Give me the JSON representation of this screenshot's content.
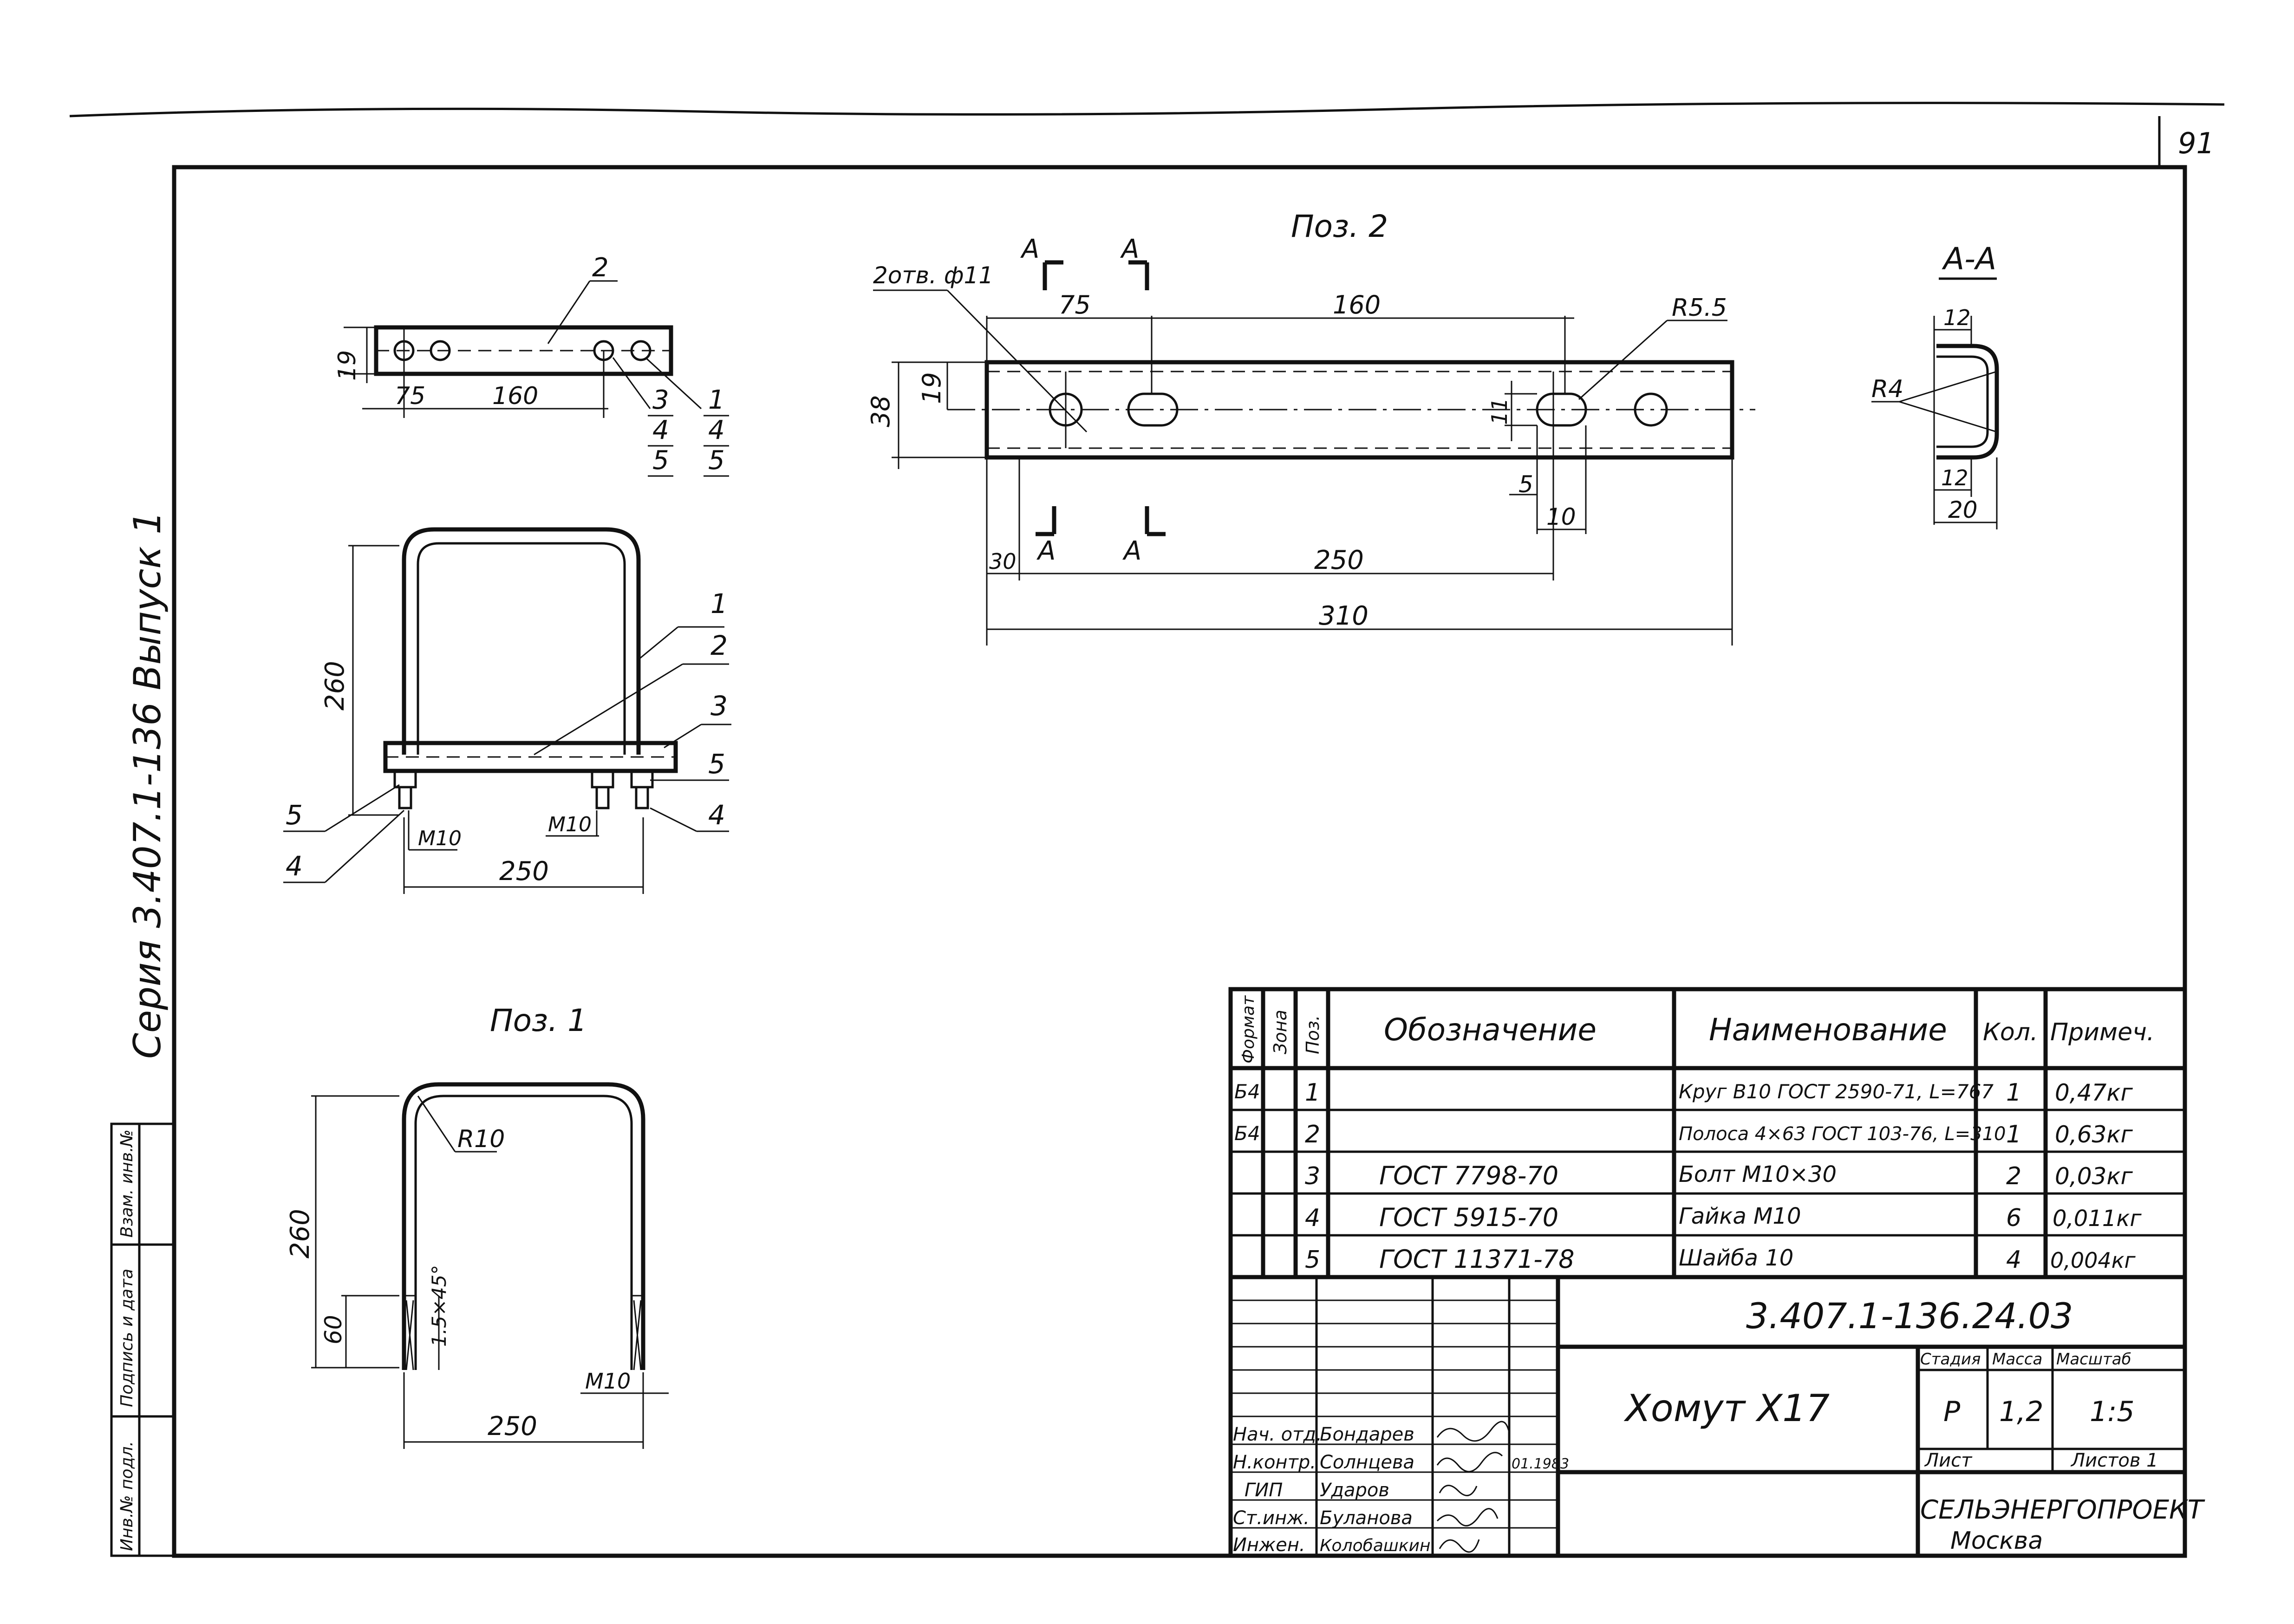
{
  "sheet_number": "91",
  "side_label": "Серия 3.407.1-136 Выпуск 1",
  "side_stamp": [
    "Инв.№ подл.",
    "Подпись и дата",
    "Взам. инв.№"
  ],
  "views": {
    "top": {
      "dims": [
        "19",
        "75",
        "160"
      ],
      "callouts": [
        "2",
        "3",
        "4",
        "5",
        "1",
        "4",
        "5"
      ]
    },
    "assembly": {
      "dims": [
        "260",
        "250",
        "М10",
        "М10"
      ],
      "callouts": [
        "1",
        "2",
        "3",
        "5",
        "4",
        "5",
        "4"
      ]
    },
    "poz2": {
      "title": "Поз. 2",
      "hole_note": "2отв. ф11",
      "section_marks": [
        "А",
        "А",
        "А",
        "А"
      ],
      "dims": [
        "75",
        "160",
        "R5.5",
        "38",
        "19",
        "11",
        "5",
        "10",
        "30",
        "250",
        "310"
      ]
    },
    "section": {
      "title": "А-А",
      "dims": [
        "12",
        "R4",
        "12",
        "20"
      ]
    },
    "poz1": {
      "title": "Поз. 1",
      "dims": [
        "R10",
        "260",
        "60",
        "1.5×45°",
        "М10",
        "250"
      ]
    }
  },
  "spec_table": {
    "headers": [
      "Формат",
      "Зона",
      "Поз.",
      "Обозначение",
      "Наименование",
      "Кол.",
      "Примеч."
    ],
    "rows": [
      {
        "format": "Б4",
        "zone": "",
        "pos": "1",
        "designation": "",
        "name": "Круг В10 ГОСТ 2590-71, L=767",
        "qty": "1",
        "note": "0,47кг"
      },
      {
        "format": "Б4",
        "zone": "",
        "pos": "2",
        "designation": "",
        "name": "Полоса 4×63 ГОСТ 103-76, L=310",
        "qty": "1",
        "note": "0,63кг"
      },
      {
        "format": "",
        "zone": "",
        "pos": "3",
        "designation": "ГОСТ 7798-70",
        "name": "Болт М10×30",
        "qty": "2",
        "note": "0,03кг"
      },
      {
        "format": "",
        "zone": "",
        "pos": "4",
        "designation": "ГОСТ 5915-70",
        "name": "Гайка М10",
        "qty": "6",
        "note": "0,011кг"
      },
      {
        "format": "",
        "zone": "",
        "pos": "5",
        "designation": "ГОСТ 11371-78",
        "name": "Шайба 10",
        "qty": "4",
        "note": "0,004кг"
      }
    ]
  },
  "title_block": {
    "code": "3.407.1-136.24.03",
    "title": "Хомут Х17",
    "stage_label": "Стадия",
    "mass_label": "Масса",
    "scale_label": "Масштаб",
    "stage": "Р",
    "mass": "1,2",
    "scale": "1:5",
    "sheet_label": "Лист",
    "sheets_label": "Листов 1",
    "org": "СЕЛЬЭНЕРГОПРОЕКТ",
    "city": "Москва",
    "date": "01.1983",
    "staff": [
      {
        "role": "Нач. отд.",
        "name": "Бондарев"
      },
      {
        "role": "Н.контр.",
        "name": "Солнцева"
      },
      {
        "role": "ГИП",
        "name": "Ударов"
      },
      {
        "role": "Ст.инж.",
        "name": "Буланова"
      },
      {
        "role": "Инжен.",
        "name": "Колобашкин"
      }
    ]
  }
}
